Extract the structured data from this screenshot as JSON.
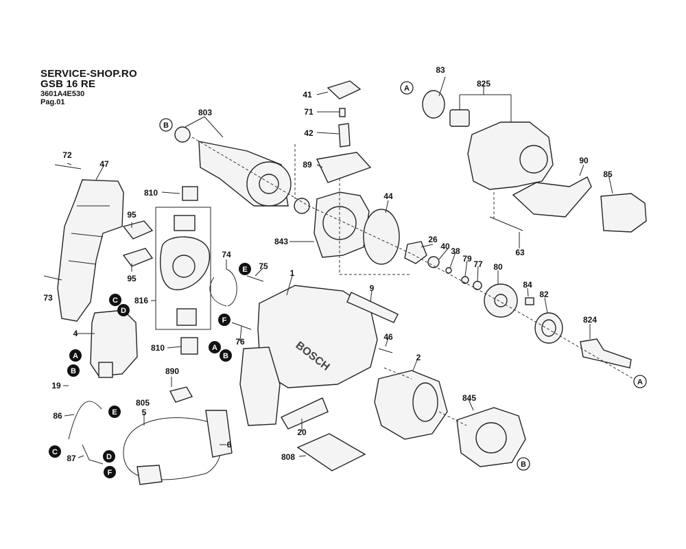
{
  "header": {
    "shop": "SERVICE-SHOP.RO",
    "model": "GSB 16 RE",
    "code": "3601A4E530",
    "page": "Pag.01"
  },
  "part_labels": {
    "p83": "83",
    "p825": "825",
    "p41": "41",
    "p71": "71",
    "p42": "42",
    "p89": "89",
    "p803": "803",
    "p72": "72",
    "p47": "47",
    "p810a": "810",
    "p95a": "95",
    "p95b": "95",
    "p73": "73",
    "p816": "816",
    "p4": "4",
    "p19": "19",
    "p86": "86",
    "p87": "87",
    "p810b": "810",
    "p890": "890",
    "p805": "805",
    "p5": "5",
    "p6": "6",
    "p843": "843",
    "p44": "44",
    "p74": "74",
    "p75": "75",
    "p76": "76",
    "p1": "1",
    "p9": "9",
    "p46": "46",
    "p2": "2",
    "p20": "20",
    "p808": "808",
    "p845": "845",
    "p90": "90",
    "p85": "85",
    "p63": "63",
    "p26": "26",
    "p40": "40",
    "p38": "38",
    "p79": "79",
    "p77": "77",
    "p80": "80",
    "p84": "84",
    "p82": "82",
    "p824": "824"
  },
  "callouts": {
    "cA1": "A",
    "cA2": "A",
    "cA3": "A",
    "cA4": "A",
    "cB1": "B",
    "cB2": "B",
    "cB3": "B",
    "cB4": "B",
    "cC1": "C",
    "cC2": "C",
    "cD1": "D",
    "cD2": "D",
    "cE1": "E",
    "cE2": "E",
    "cF1": "F",
    "cF2": "F"
  },
  "brand_mark": "BOSCH"
}
